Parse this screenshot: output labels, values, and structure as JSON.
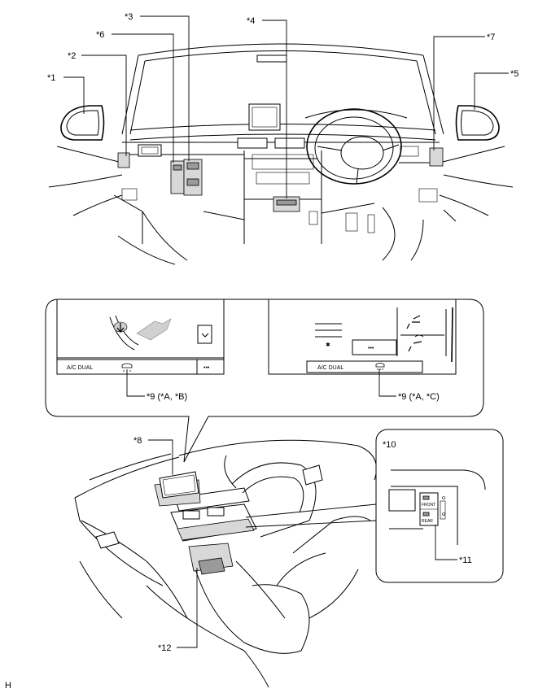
{
  "callouts": {
    "c1": "*1",
    "c2": "*2",
    "c3": "*3",
    "c4": "*4",
    "c5": "*5",
    "c6": "*6",
    "c7": "*7",
    "c8": "*8",
    "c9a": "*9 (*A, *B)",
    "c9b": "*9 (*A, *C)",
    "c10": "*10",
    "c11": "*11",
    "c12": "*12"
  },
  "screen_left": {
    "bar_text": "A/C  DUAL",
    "more": "•••"
  },
  "screen_right": {
    "bar_text": "A/C      DUAL",
    "more": "•••"
  },
  "switch_panel": {
    "front": "FRONT",
    "rear": "REAR"
  },
  "footer_code": "H"
}
